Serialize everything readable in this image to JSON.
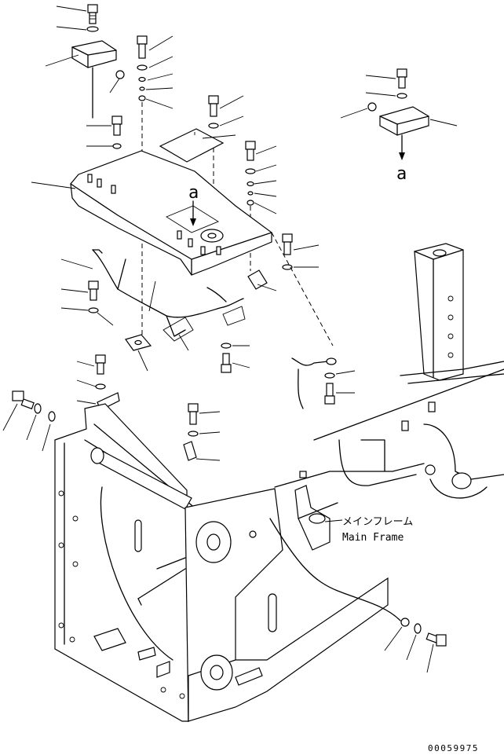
{
  "labels": {
    "view_ref_a_top": "a",
    "view_ref_a_mid": "a",
    "main_frame_jp": "メインフレーム",
    "main_frame_en": "Main Frame",
    "drawing_number": "00059975"
  }
}
